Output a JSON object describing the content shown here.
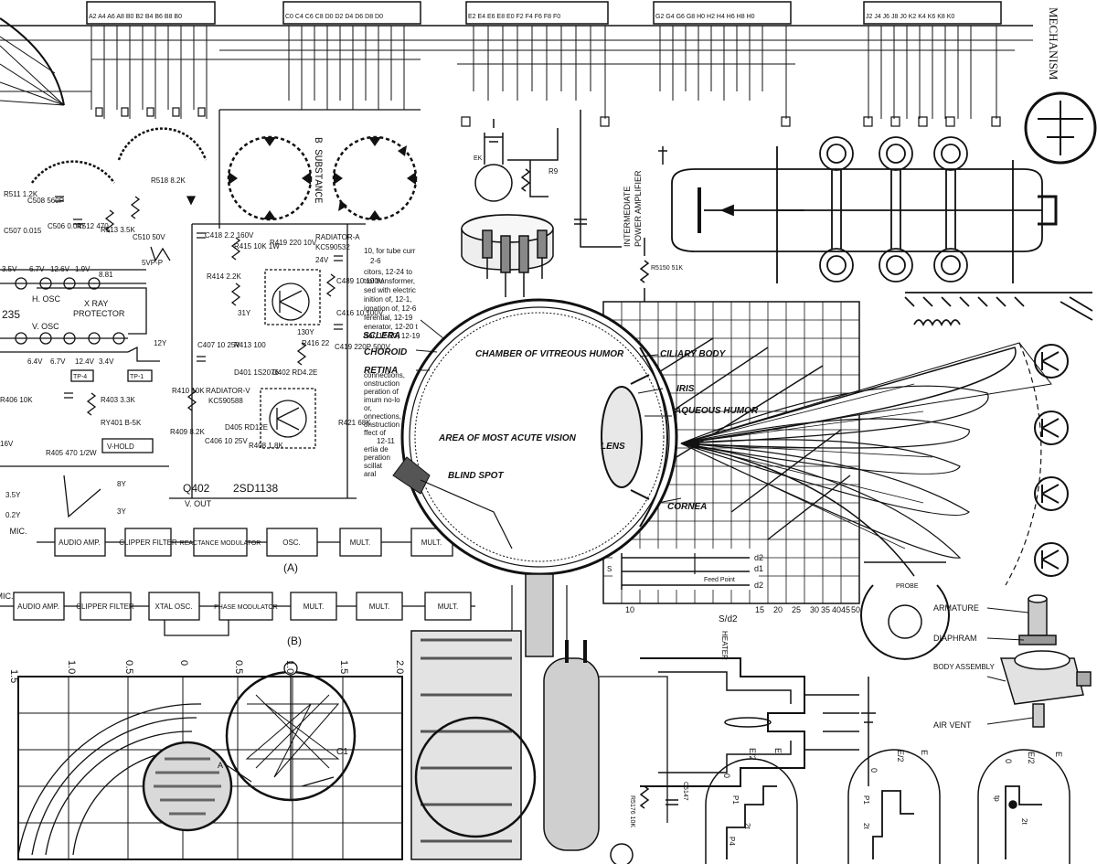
{
  "collage": {
    "top_banner": {
      "pin_groups": [
        "A2 A4 A6 A8 B0 B2 B4 B6 B8 B0",
        "C0 C4 C6 C8 D0 D2 D4 D6 D8 D0",
        "E2 E4 E6 E8 E0 F2 F4 F6 F8 F0",
        "G2 G4 G6 G8 H0 H2 H4 H6 H8 H0",
        "J2 J4 J6 J8 J0 K2 K4 K6 K8 K0"
      ],
      "side_label": "MECHANISM"
    },
    "tv_schematic": {
      "labels": {
        "x_ray": "X RAY",
        "protector": "PROTECTOR",
        "h_osc": "H. OSC",
        "v_osc": "V. OSC",
        "v_hold": "V-HOLD",
        "q402": "Q402",
        "transistor": "2SD1138",
        "v_out": "V. OUT",
        "num235": "235",
        "tp4": "TP-4",
        "tp1": "TP-1",
        "radiator_v": "RADIATOR-V",
        "radiator_part": "KC590588",
        "radiator_a": "RADIATOR-A",
        "radiator_a_part": "KC590532",
        "b_substance": "B SUBSTANCE",
        "vpp": "5VP-P",
        "y12": "12Y"
      },
      "components": [
        "R511 1.2K",
        "C508 560P",
        "C507 0.015",
        "C506 0.047",
        "R512 470",
        "R513 3.5K",
        "C510 50V",
        "R518 8.2K",
        "C418 2.2 160V",
        "R415 10K 1W",
        "R419 220 10V",
        "R414 2.2K",
        "C489 10 100V",
        "C416 10 100V",
        "C407 10 25V",
        "R413 100",
        "D401 1S2076",
        "D402 RD4.2E",
        "R416 22",
        "C419 220P 500V",
        "R410 10K",
        "R406 10K",
        "R403 3.3K",
        "RY401 B-5K",
        "R421 68K",
        "R405 470 1/2W",
        "R409 8.2K",
        "C406 10 25V",
        "D405 RD12E",
        "R408 1.8K"
      ],
      "voltages": [
        "3.5V",
        "6.7V",
        "12.6V",
        "1.9V",
        "8.81",
        "6.4V",
        "6.7V",
        "12.4V",
        "3.4V",
        "31Y",
        "24V",
        "130Y",
        "16V",
        "3.5Y",
        "8Y",
        "3Y",
        "0.2Y"
      ]
    },
    "block_diagram_a": {
      "input": "MIC.",
      "blocks": [
        "AUDIO AMP.",
        "CLIPPER FILTER",
        "REACTANCE MODULATOR",
        "OSC.",
        "MULT.",
        "MULT."
      ],
      "caption": "(A)"
    },
    "block_diagram_b": {
      "input": "MIC.",
      "blocks": [
        "AUDIO AMP.",
        "CLIPPER FILTER",
        "XTAL OSC.",
        "PHASE MODULATOR",
        "MULT.",
        "MULT.",
        "MULT."
      ],
      "caption": "(B)"
    },
    "eye_diagram": {
      "labels": [
        "SCLERA",
        "CHOROID",
        "RETINA",
        "CHAMBER OF VITREOUS HUMOR",
        "AREA OF MOST ACUTE VISION",
        "BLIND SPOT",
        "CILIARY BODY",
        "IRIS",
        "AQUEOUS HUMOR",
        "LENS",
        "CORNEA"
      ]
    },
    "text_fragment": {
      "lines": [
        "10, for tube curr",
        "citors, 12-24 to",
        "trol transformer,",
        "sed with electric",
        "inition of, 12-1,",
        "ignation of, 12-6",
        "ferential, 12-19",
        "enerator, 12-20 t",
        "rtor, 12-20, 12-19",
        "connections,",
        "onstruction",
        "peration of",
        "imum no-lo",
        "or,",
        "onnections,",
        "onstruction",
        "ffect of",
        "12-11",
        "ertia de",
        "peration",
        "scillat",
        "aral",
        "2-6"
      ]
    },
    "power_amp": {
      "label_line1": "INTERMEDIATE",
      "label_line2": "POWER AMPLIFIER",
      "resistor": "R5150 51K",
      "r9": "R9",
      "ek": "EK"
    },
    "graph_paper": {
      "x_label": "S/d2",
      "x_ticks": [
        "10",
        "15",
        "20",
        "25",
        "30",
        "35",
        "40",
        "45",
        "50"
      ],
      "feed_point": "Feed Point",
      "dims": [
        "d2",
        "d1",
        "d2"
      ],
      "s_label": "S"
    },
    "mic_parts": {
      "labels": [
        "ARMATURE",
        "DIAPHRAM",
        "BODY ASSEMBLY",
        "AIR VENT",
        "PROBE"
      ]
    },
    "smith_chart": {
      "ticks": [
        "1.5",
        "1.0",
        "0.5",
        "0",
        "0.5",
        "1.0",
        "1.5",
        "2.0"
      ],
      "labels": [
        "C1",
        "A"
      ]
    },
    "bottom_center": {
      "heater": "HEATER",
      "r5176": "R5176 10K",
      "c5147": "C5147"
    },
    "waveforms": {
      "e_half": "E/2",
      "e": "E",
      "zero": "0",
      "p_labels": [
        "P1",
        "2t",
        "P4",
        "P1",
        "2t",
        "tp",
        "2t"
      ]
    }
  }
}
